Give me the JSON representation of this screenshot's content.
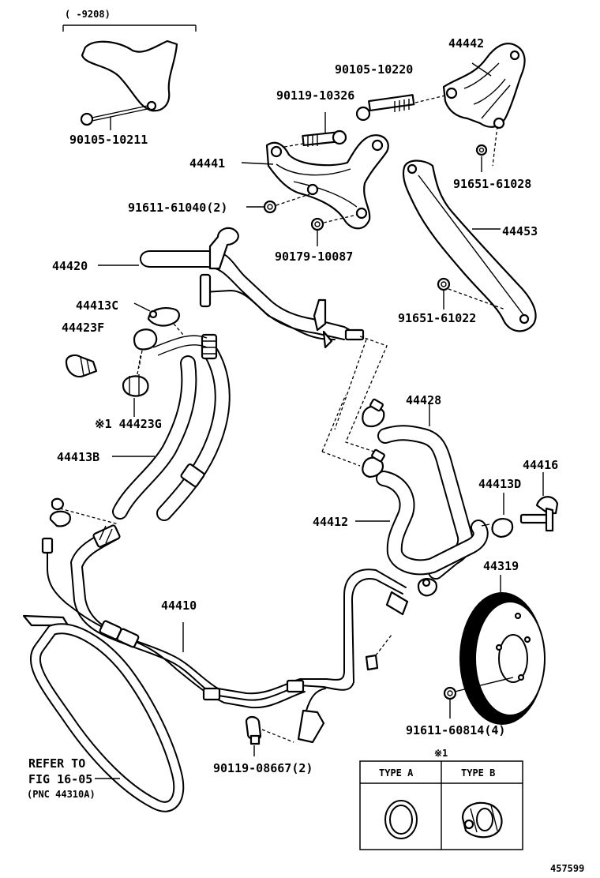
{
  "labels": {
    "bracket_note": "( -9208)",
    "p44442": "44442",
    "p90105_10220": "90105-10220",
    "p90119_10326": "90119-10326",
    "p90105_10211": "90105-10211",
    "p44441": "44441",
    "p91651_61028": "91651-61028",
    "p91611_61040": "91611-61040(2)",
    "p44453": "44453",
    "p90179_10087": "90179-10087",
    "p44420": "44420",
    "p44413C": "44413C",
    "p44423F": "44423F",
    "p91651_61022": "91651-61022",
    "p44423G": "※1 44423G",
    "p44428": "44428",
    "p44413B": "44413B",
    "p44416": "44416",
    "p44413D": "44413D",
    "p44412": "44412",
    "p44319": "44319",
    "p44410": "44410",
    "p91611_60814": "91611-60814(4)",
    "p90119_08667": "90119-08667(2)",
    "refer_line1": "REFER TO",
    "refer_line2": "FIG 16-05",
    "refer_line3": "(PNC 44310A)",
    "note_mark": "※1",
    "type_a": "TYPE A",
    "type_b": "TYPE B",
    "diagram_id": "457599"
  }
}
